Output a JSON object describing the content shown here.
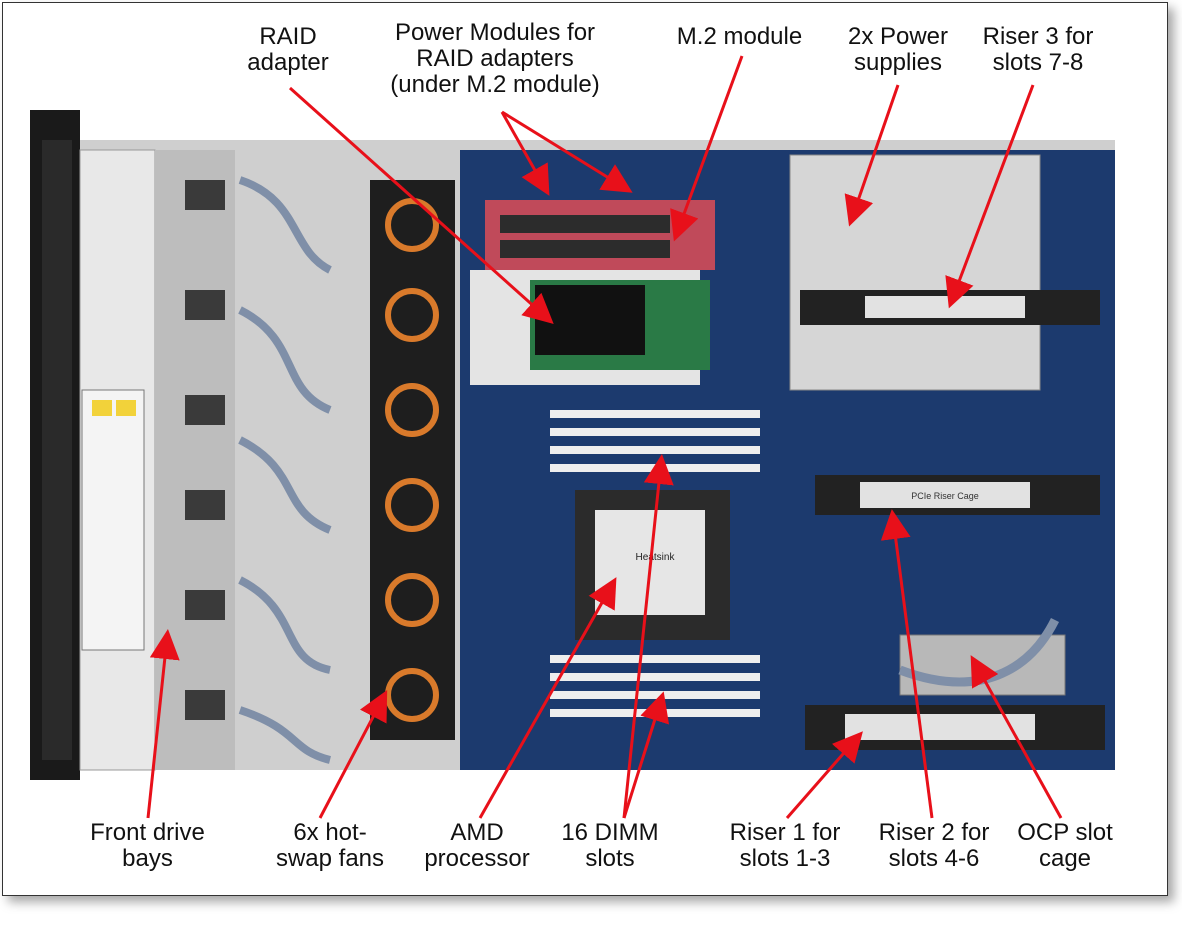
{
  "labels": {
    "raid_adapter": "RAID\nadapter",
    "power_modules": "Power Modules for\nRAID adapters\n(under M.2 module)",
    "m2_module": "M.2 module",
    "power_supplies": "2x Power\nsupplies",
    "riser3": "Riser 3 for\nslots 7-8",
    "front_drive_bays": "Front drive\nbays",
    "fans": "6x hot-\nswap fans",
    "amd_processor": "AMD\nprocessor",
    "dimm_slots": "16 DIMM\nslots",
    "riser1": "Riser 1 for\nslots 1-3",
    "riser2": "Riser 2 for\nslots 4-6",
    "ocp_slot_cage": "OCP slot\ncage"
  },
  "photo_text": {
    "heatsink": "Heatsink",
    "riser_cage": "PCIe Riser Cage"
  },
  "colors": {
    "arrow": "#e8101a",
    "board": "#1c3a6e",
    "chassis": "#d8d8d8",
    "fan": "#1e1e1e",
    "fan_ring": "#d97a2b",
    "raid_card": "#2a7a46",
    "m2_board": "#c04a5a"
  }
}
